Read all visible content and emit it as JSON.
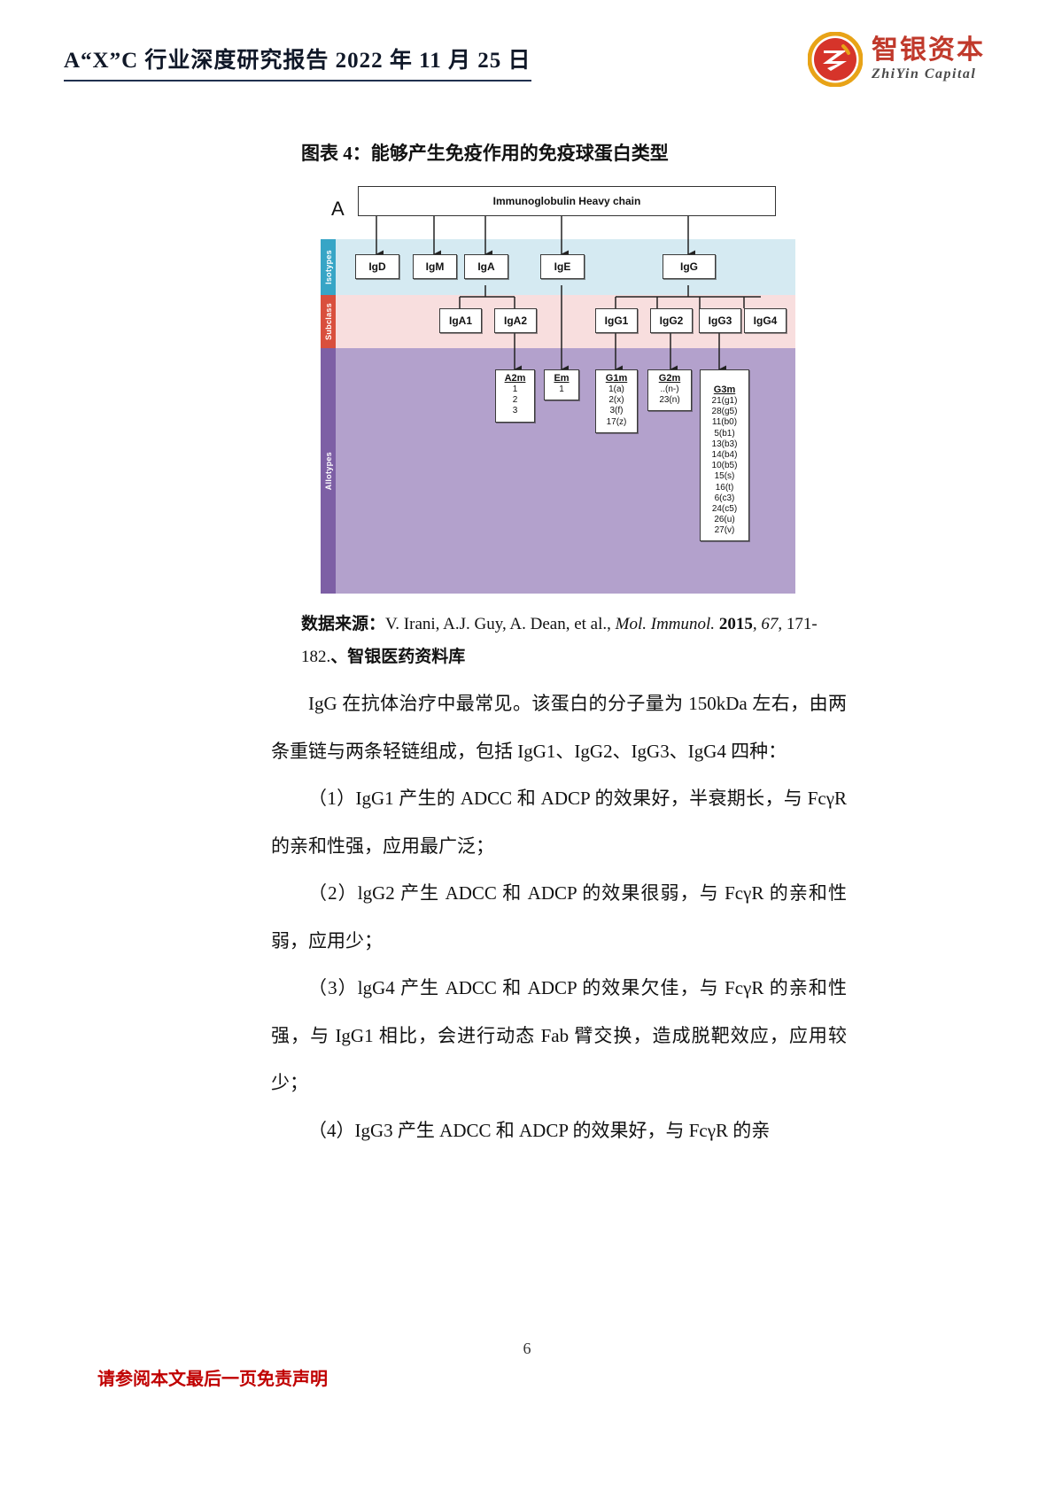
{
  "header": {
    "title": "A“X”C 行业深度研究报告  2022 年 11 月 25 日",
    "logo": {
      "cn": "智银资本",
      "en": "ZhiYin Capital",
      "mark_colors": {
        "outer": "#e8a317",
        "inner": "#d6342a",
        "glyph": "#ffffff"
      }
    }
  },
  "figure": {
    "caption": "图表 4：能够产生免疫作用的免疫球蛋白类型",
    "panel_letter": "A",
    "root_label": "Immunoglobulin Heavy chain",
    "bands": [
      {
        "key": "isotypes",
        "label": "Isotypes",
        "tab_color": "#37a5c6",
        "fill_color": "#d5eaf2"
      },
      {
        "key": "subclass",
        "label": "Subclass",
        "tab_color": "#d94f3d",
        "fill_color": "#f8dede"
      },
      {
        "key": "allotypes",
        "label": "Allotypes",
        "tab_color": "#7d5fa5",
        "fill_color": "#b3a1cc"
      }
    ],
    "isotypes": [
      {
        "label": "IgD"
      },
      {
        "label": "IgM"
      },
      {
        "label": "IgA"
      },
      {
        "label": "IgE"
      },
      {
        "label": "IgG"
      }
    ],
    "subclasses": [
      {
        "label": "IgA1"
      },
      {
        "label": "IgA2"
      },
      {
        "label": "IgG1"
      },
      {
        "label": "IgG2"
      },
      {
        "label": "IgG3"
      },
      {
        "label": "IgG4"
      }
    ],
    "allotypes": [
      {
        "title": "A2m",
        "items": [
          "1",
          "2",
          "3"
        ]
      },
      {
        "title": "Em",
        "items": [
          "1"
        ]
      },
      {
        "title": "G1m",
        "items": [
          "1(a)",
          "2(x)",
          "3(f)",
          "17(z)"
        ]
      },
      {
        "title": "G2m",
        "items": [
          "..(n-)",
          "23(n)"
        ]
      },
      {
        "title": "G3m",
        "items": [
          "21(g1)",
          "28(g5)",
          "11(b0)",
          "5(b1)",
          "13(b3)",
          "14(b4)",
          "10(b5)",
          "15(s)",
          "16(t)",
          "6(c3)",
          "24(c5)",
          "26(u)",
          "27(v)"
        ]
      }
    ]
  },
  "source": {
    "label": "数据来源：",
    "authors": "V. Irani, A.J. Guy, A. Dean, et al., ",
    "journal": "Mol. Immunol.",
    "year": " 2015",
    "volume": ", 67",
    "pages": ", 171-182.",
    "tail": "、智银医药资料库"
  },
  "body": {
    "paragraphs": [
      "IgG 在抗体治疗中最常见。该蛋白的分子量为 150kDa 左右，由两条重链与两条轻链组成，包括 IgG1、IgG2、IgG3、IgG4 四种：",
      "（1）IgG1 产生的 ADCC 和 ADCP 的效果好，半衰期长，与 FcγR 的亲和性强，应用最广泛；",
      "（2）lgG2 产生 ADCC 和 ADCP 的效果很弱，与 FcγR 的亲和性弱，应用少；",
      "（3）lgG4 产生 ADCC 和 ADCP 的效果欠佳，与 FcγR 的亲和性强，与 IgG1 相比，会进行动态 Fab 臂交换，造成脱靶效应，应用较少；",
      "（4）IgG3 产生 ADCC 和 ADCP 的效果好，与 FcγR 的亲"
    ]
  },
  "footer": {
    "disclaimer": "请参阅本文最后一页免责声明",
    "page_number": "6",
    "disclaimer_color": "#c00000"
  }
}
